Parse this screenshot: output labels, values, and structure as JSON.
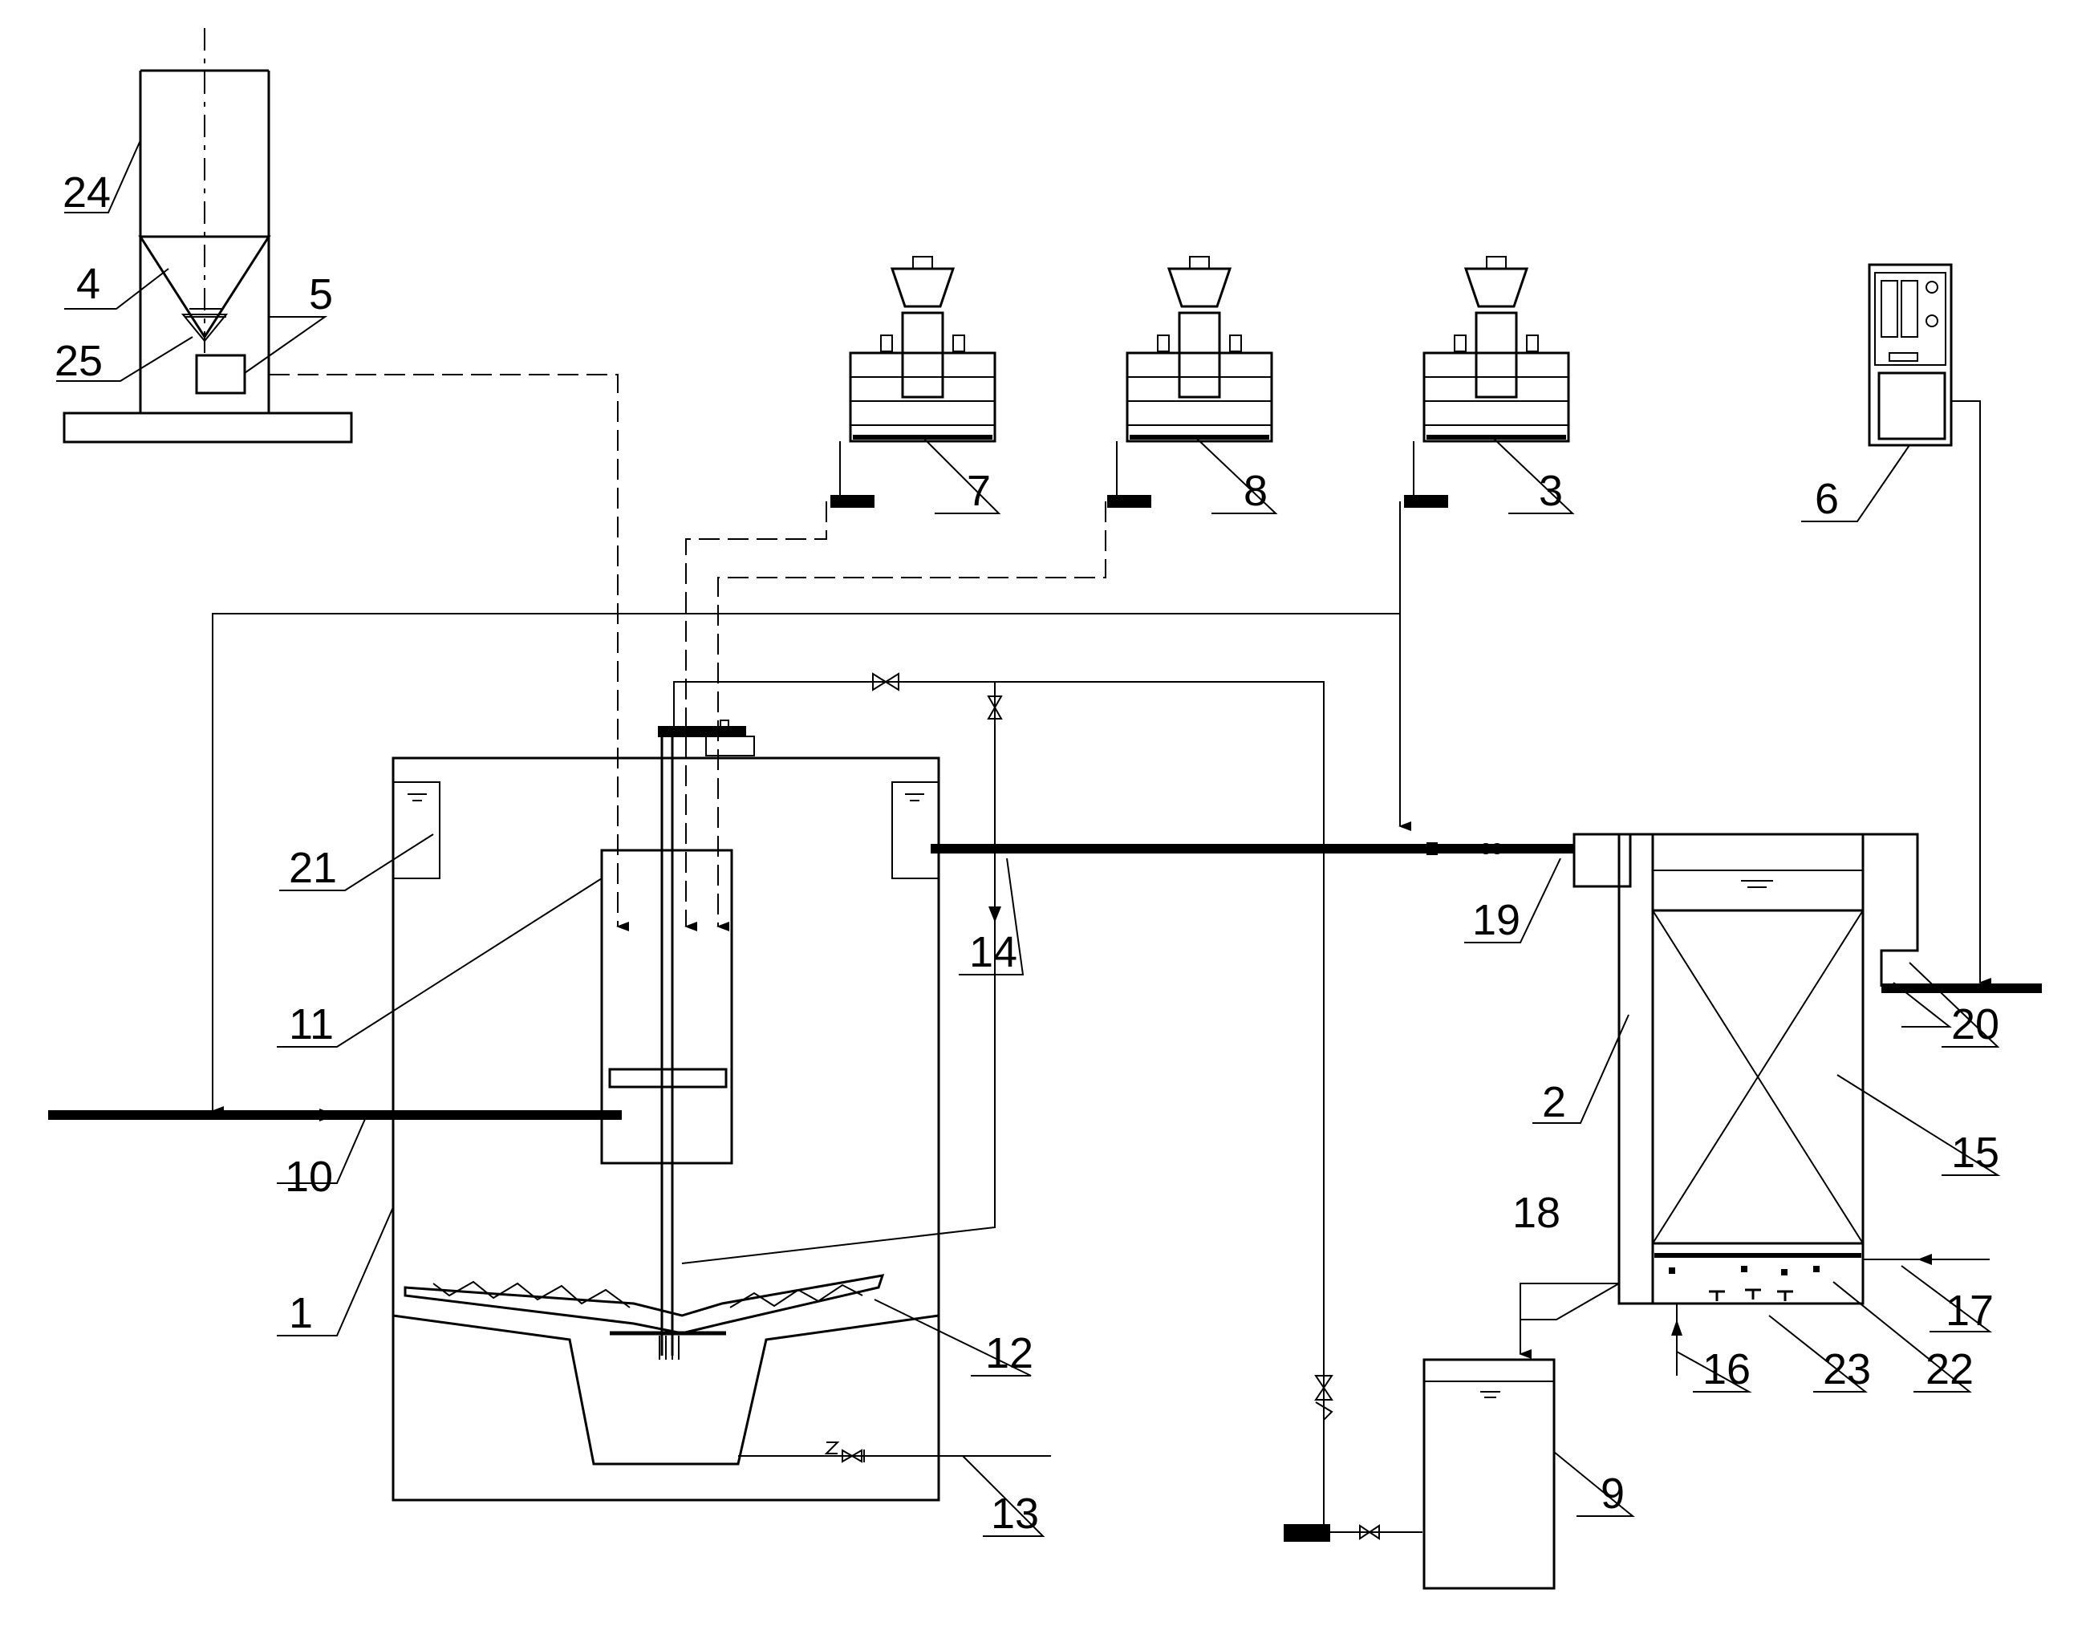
{
  "labels": {
    "l1": "1",
    "l2": "2",
    "l3": "3",
    "l4": "4",
    "l5": "5",
    "l6": "6",
    "l7": "7",
    "l8": "8",
    "l9": "9",
    "l10": "10",
    "l11": "11",
    "l12": "12",
    "l13": "13",
    "l14": "14",
    "l15": "15",
    "l16": "16",
    "l17": "17",
    "l18": "18",
    "l19": "19",
    "l20": "20",
    "l21": "21",
    "l22": "22",
    "l23": "23",
    "l24": "24",
    "l25": "25"
  },
  "line_color": "#000000",
  "background": "#ffffff"
}
